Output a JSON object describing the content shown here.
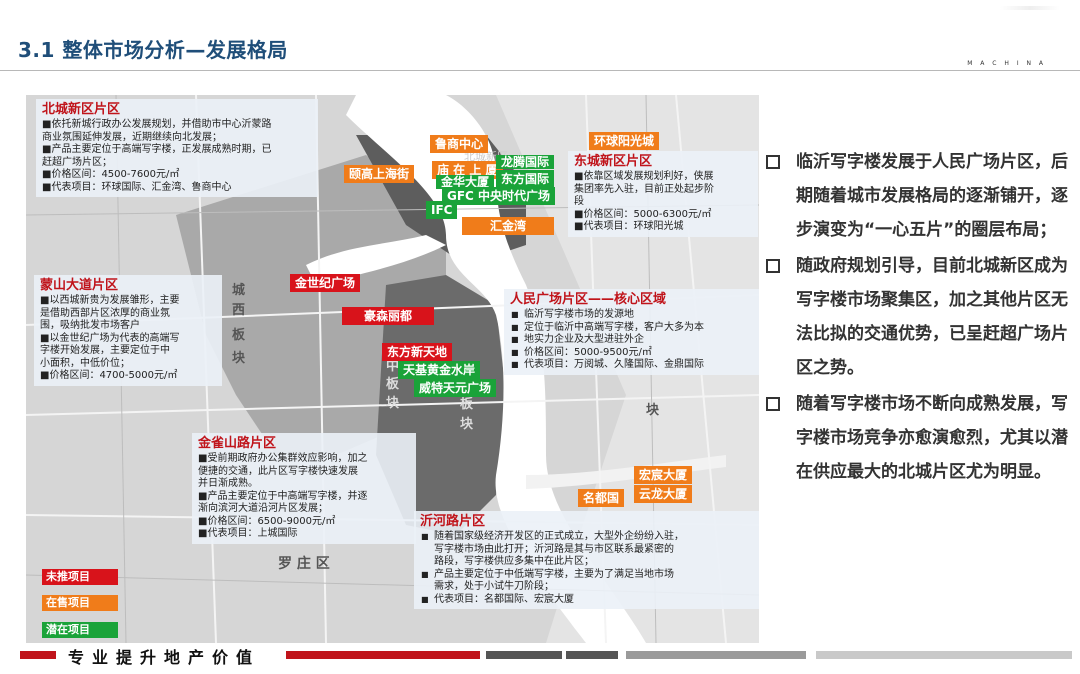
{
  "header": {
    "title": "3.1  整体市场分析—发展格局",
    "brand": "M A C H I N A"
  },
  "map": {
    "districts": {
      "chengxi": [
        "城",
        "西",
        "板",
        "块"
      ],
      "hezhong": [
        "中",
        "板",
        "块"
      ],
      "hedong_char": "板",
      "hedong_char2": "块",
      "hedong_char3": "块",
      "luozhuang": "罗 庄 区",
      "beicheng_small": "北城新区"
    },
    "pins": {
      "lushang": "鲁商中心",
      "yigao": "颐高上海街",
      "huanqiu": "环球阳光城",
      "longteng": "龙腾国际",
      "maocheng": "庙 在 上 厦",
      "dongfang_intl": "东方国际",
      "jinhaozhi": "金华大厦",
      "gfc": "GFC 中央时代广场",
      "ifc": "IFC",
      "huijinwan": "汇金湾",
      "jinshiji": "金世纪广场",
      "haosenli": "豪森丽都",
      "dongfang_xtd": "东方新天地",
      "tianji": "天基黄金水岸",
      "weite": "威特天元广场",
      "hongchen": "宏宸大厦",
      "yunlong": "云龙大厦",
      "mingdu": "名都国"
    },
    "zones": {
      "beicheng": {
        "title": "北城新区片区",
        "lines": [
          "■依托新城行政办公发展规划，并借助市中心沂蒙路",
          "商业氛围延伸发展，近期继续向北发展；",
          "■产品主要定位于高端写字楼，正发展成熟时期，已",
          "赶超广场片区；",
          "■价格区间：4500-7600元/㎡",
          "■代表项目：环球国际、汇金湾、鲁商中心"
        ]
      },
      "dongcheng": {
        "title": "东城新区片区",
        "lines": [
          "■依靠区域发展规划利好，侠展",
          "集团率先入驻，目前正处起步阶",
          "段",
          "■价格区间：5000-6300元/㎡",
          "■代表项目：环球阳光城"
        ]
      },
      "mengshan": {
        "title": "蒙山大道片区",
        "lines": [
          "■以西城新贵为发展雏形，主要",
          "是借助西部片区浓厚的商业氛",
          "围，吸纳批发市场客户",
          "■以金世纪广场为代表的高端写",
          "字楼开始发展，主要定位于中",
          "小面积，中低价位；",
          "■价格区间：4700-5000元/㎡"
        ]
      },
      "renmin": {
        "title": "人民广场片区——核心区域",
        "lines": [
          "临沂写字楼市场的发源地",
          "定位于临沂中高端写字楼，客户大多为本",
          "地实力企业及大型进驻外企",
          "价格区间：5000-9500元/㎡",
          "代表项目：万阅城、久隆国际、金鼎国际"
        ]
      },
      "jinque": {
        "title": "金雀山路片区",
        "lines": [
          "■受前期政府办公集群效应影响，加之",
          "便捷的交通，此片区写字楼快速发展",
          "并日渐成熟。",
          "■产品主要定位于中高端写字楼，并逐",
          "渐向滨河大道沿河片区发展；",
          "■价格区间：6500-9000元/㎡",
          "■代表项目：上城国际"
        ]
      },
      "yihe": {
        "title": "沂河路片区",
        "lines": [
          "随着国家级经济开发区的正式成立，大型外企纷纷入驻，",
          "写字楼市场由此打开；沂河路是其与市区联系最紧密的",
          "路段，写字楼供应多集中在此片区；",
          "产品主要定位于中低端写字楼，主要为了满足当地市场",
          "需求，处于小试牛刀阶段；",
          "代表项目：名都国际、宏宸大厦"
        ]
      }
    },
    "legend": [
      {
        "label": "未推项目",
        "color": "#d8131b"
      },
      {
        "label": "在售项目",
        "color": "#f07c1a"
      },
      {
        "label": "潜在项目",
        "color": "#1aa339"
      }
    ]
  },
  "bullets": [
    "临沂写字楼发展于人民广场片区，后期随着城市发展格局的逐渐铺开，逐步演变为“一心五片”的圈层布局；",
    "随政府规划引导，目前北城新区成为写字楼市场聚集区，加之其他片区无法比拟的交通优势，已呈赶超广场片区之势。",
    "随着写字楼市场不断向成熟发展，写字楼市场竞争亦愈演愈烈，尤其以潜在供应最大的北城片区尤为明显。"
  ],
  "footer": {
    "slogan": "专业提升地产价值"
  },
  "colors": {
    "accent_red": "#c0141b",
    "title_blue": "#1f4e79",
    "orange": "#f07c1a",
    "green": "#1aa339"
  }
}
